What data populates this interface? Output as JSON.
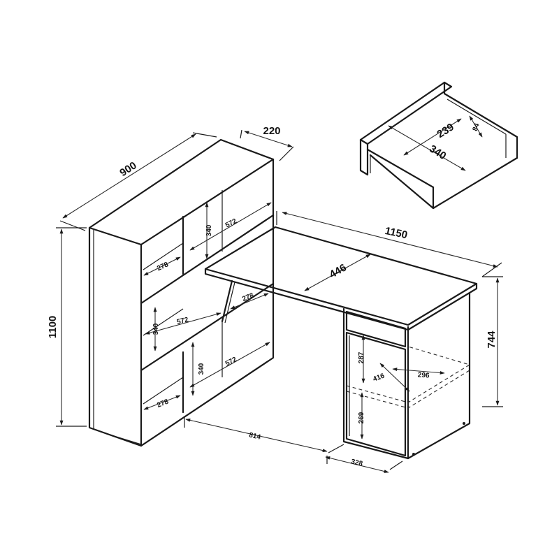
{
  "dimensions": {
    "shelf_width": "900",
    "shelf_depth": "220",
    "shelf_height": "1100",
    "desk_width": "1150",
    "desk_depth": "446",
    "desk_height": "744",
    "desk_leg_span": "814",
    "cabinet_depth": "328",
    "upper_compartment_height": "340",
    "upper_compartment_width": "572",
    "upper_left_depth": "278",
    "mid_right_depth": "278",
    "mid_compartment_height": "340",
    "mid_compartment_width": "572",
    "lower_compartment_height": "340",
    "lower_compartment_width": "572",
    "lower_left_depth": "278",
    "cabinet_upper_height": "287",
    "cabinet_lower_height": "269",
    "shelf_inner_depth": "416",
    "shelf_inner_width": "296",
    "drawer_depth": "239",
    "drawer_width": "340",
    "drawer_height": "84"
  }
}
